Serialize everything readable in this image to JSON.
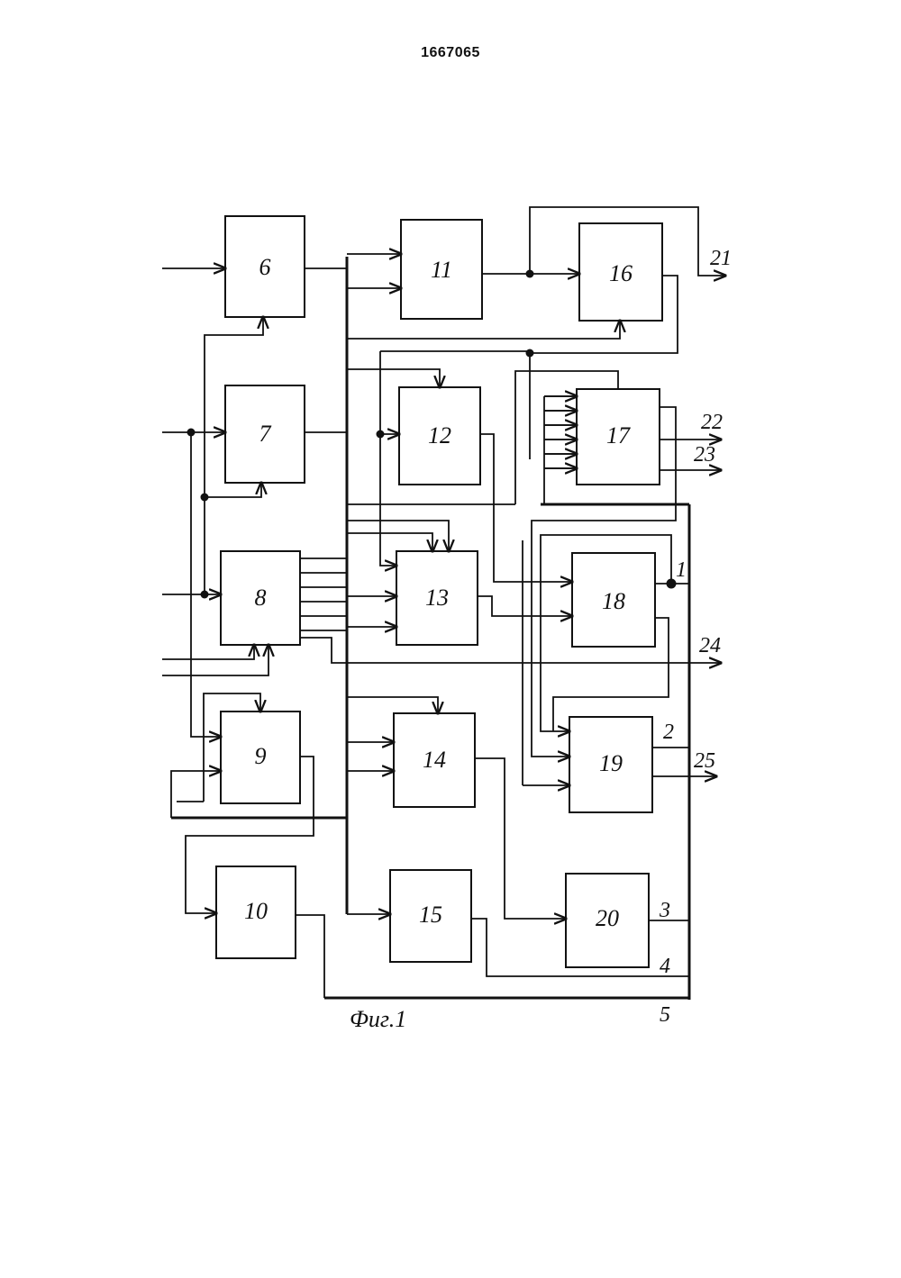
{
  "document": {
    "patent_number": "1667065",
    "figure_caption": "Фиг.1"
  },
  "blocks": [
    "6",
    "7",
    "8",
    "9",
    "10",
    "11",
    "12",
    "13",
    "14",
    "15",
    "16",
    "17",
    "18",
    "19",
    "20"
  ],
  "terminals": {
    "t21": "21",
    "t22": "22",
    "t23": "23",
    "t24": "24",
    "t25": "25",
    "t1": "1",
    "t2": "2",
    "t3": "3",
    "t4": "4",
    "t5": "5"
  }
}
